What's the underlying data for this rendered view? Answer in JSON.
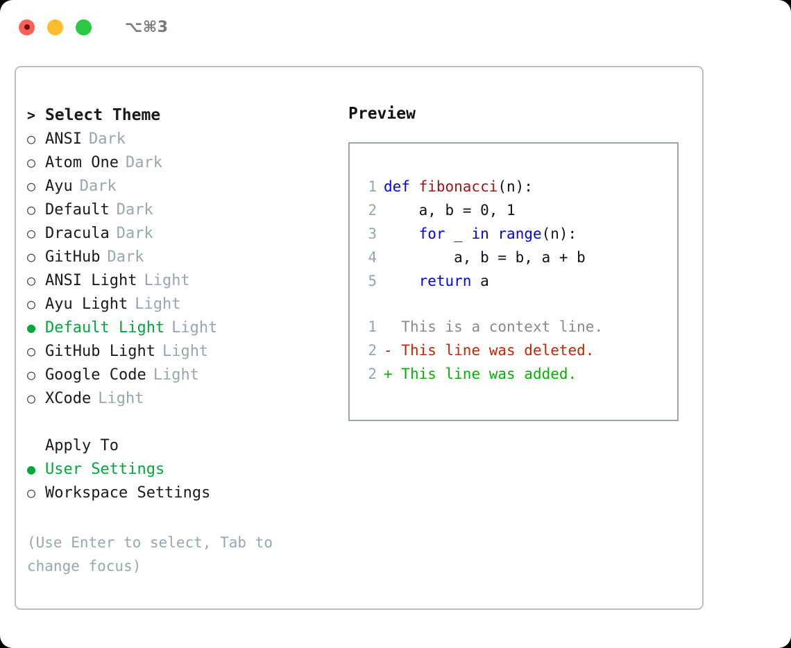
{
  "titlebar": {
    "title": "⌥⌘3",
    "lights": [
      {
        "name": "close",
        "color": "#ff5f57"
      },
      {
        "name": "minimize",
        "color": "#febc2e"
      },
      {
        "name": "maximize",
        "color": "#28c840"
      }
    ]
  },
  "theme_list": {
    "header": "Select Theme",
    "header_prefix": ">",
    "bullet_unselected": "○",
    "bullet_selected": "●",
    "items": [
      {
        "name": "ANSI",
        "tag": "Dark",
        "selected": false
      },
      {
        "name": "Atom One",
        "tag": "Dark",
        "selected": false
      },
      {
        "name": "Ayu",
        "tag": "Dark",
        "selected": false
      },
      {
        "name": "Default",
        "tag": "Dark",
        "selected": false
      },
      {
        "name": "Dracula",
        "tag": "Dark",
        "selected": false
      },
      {
        "name": "GitHub",
        "tag": "Dark",
        "selected": false
      },
      {
        "name": "ANSI Light",
        "tag": "Light",
        "selected": false
      },
      {
        "name": "Ayu Light",
        "tag": "Light",
        "selected": false
      },
      {
        "name": "Default Light",
        "tag": "Light",
        "selected": true
      },
      {
        "name": "GitHub Light",
        "tag": "Light",
        "selected": false
      },
      {
        "name": "Google Code",
        "tag": "Light",
        "selected": false
      },
      {
        "name": "XCode",
        "tag": "Light",
        "selected": false
      }
    ]
  },
  "apply_to": {
    "heading": "Apply To",
    "items": [
      {
        "name": "User Settings",
        "selected": true
      },
      {
        "name": "Workspace Settings",
        "selected": false
      }
    ]
  },
  "hint": "(Use Enter to select, Tab to change focus)",
  "preview": {
    "label": "Preview",
    "code_lines": [
      {
        "num": "1",
        "tokens": [
          {
            "t": "def ",
            "c": "kw"
          },
          {
            "t": "fibonacci",
            "c": "fn"
          },
          {
            "t": "(n):",
            "c": "pl"
          }
        ]
      },
      {
        "num": "2",
        "tokens": [
          {
            "t": "    a, b = 0, 1",
            "c": "pl"
          }
        ]
      },
      {
        "num": "3",
        "tokens": [
          {
            "t": "    ",
            "c": "pl"
          },
          {
            "t": "for",
            "c": "kw"
          },
          {
            "t": " _ ",
            "c": "pl"
          },
          {
            "t": "in",
            "c": "kw"
          },
          {
            "t": " ",
            "c": "pl"
          },
          {
            "t": "range",
            "c": "kw"
          },
          {
            "t": "(n):",
            "c": "pl"
          }
        ]
      },
      {
        "num": "4",
        "tokens": [
          {
            "t": "        a, b = b, a + b",
            "c": "pl"
          }
        ]
      },
      {
        "num": "5",
        "tokens": [
          {
            "t": "    ",
            "c": "pl"
          },
          {
            "t": "return",
            "c": "kw"
          },
          {
            "t": " a",
            "c": "pl"
          }
        ]
      }
    ],
    "diff_lines": [
      {
        "num": "1",
        "marker": "  ",
        "text": "This is a context line.",
        "kind": "ctx"
      },
      {
        "num": "2",
        "marker": "- ",
        "text": "This line was deleted.",
        "kind": "del"
      },
      {
        "num": "2",
        "marker": "+ ",
        "text": "This line was added.",
        "kind": "add"
      }
    ]
  },
  "colors": {
    "selected_green": "#00a83c",
    "muted_grey": "#9aa5b1",
    "keyword_blue": "#0000ff",
    "function_red": "#a31515",
    "diff_delete": "#cc2200",
    "diff_add": "#00b300",
    "border": "#b9bec6",
    "preview_border": "#9aa5b1"
  }
}
